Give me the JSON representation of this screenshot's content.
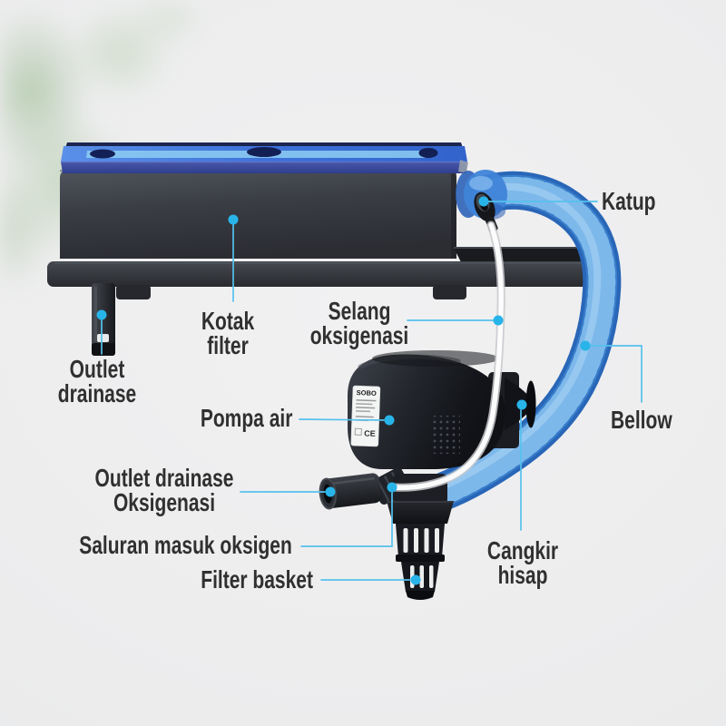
{
  "scene": {
    "type": "aquarium-top-filter parts diagram",
    "background_color": "#ededee",
    "leader_line_color": "#55c1ed",
    "callout_dot_color": "#28b4e9",
    "label_text_color": "#303030",
    "hose_color": "#4b9ae2",
    "lid_color": "#3f74dc",
    "box_color": "#35383e",
    "pump_color": "#1b1d22"
  },
  "pump_label": {
    "brand": "SOBO",
    "ce": "CE"
  },
  "callouts": [
    {
      "id": "katup",
      "lines": [
        "Katup"
      ]
    },
    {
      "id": "kotak-filter",
      "lines": [
        "Kotak",
        "filter"
      ]
    },
    {
      "id": "selang-oksigenasi",
      "lines": [
        "Selang",
        "oksigenasi"
      ]
    },
    {
      "id": "outlet-drainase",
      "lines": [
        "Outlet",
        "drainase"
      ]
    },
    {
      "id": "pompa-air",
      "lines": [
        "Pompa air"
      ]
    },
    {
      "id": "bellow",
      "lines": [
        "Bellow"
      ]
    },
    {
      "id": "outlet-drainase-oksigenasi",
      "lines": [
        "Outlet drainase",
        "Oksigenasi"
      ]
    },
    {
      "id": "saluran-masuk-oksigen",
      "lines": [
        "Saluran masuk oksigen"
      ]
    },
    {
      "id": "cangkir-hisap",
      "lines": [
        "Cangkir",
        "hisap"
      ]
    },
    {
      "id": "filter-basket",
      "lines": [
        "Filter basket"
      ]
    }
  ]
}
